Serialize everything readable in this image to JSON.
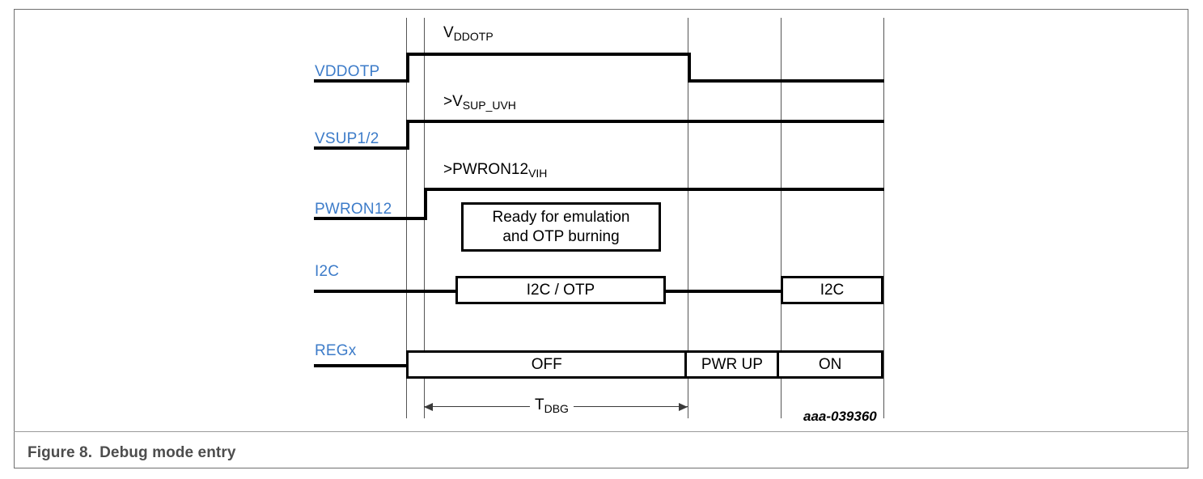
{
  "figure": {
    "number": "Figure 8.",
    "caption": "Debug mode entry",
    "identifier": "aaa-039360"
  },
  "colors": {
    "signal_label": "#3d7cc9",
    "waveform": "#000000",
    "guide_line": "#555555",
    "caption_text": "#4d4d4d",
    "frame": "#6f6f6f"
  },
  "signals": {
    "vddotp": {
      "label": "VDDOTP",
      "level_annotation_main": "V",
      "level_annotation_sub": "DDOTP"
    },
    "vsup": {
      "label": "VSUP1/2",
      "level_annotation_main": ">V",
      "level_annotation_sub": "SUP_UVH"
    },
    "pwron12": {
      "label": "PWRON12",
      "level_annotation_main": ">PWRON12",
      "level_annotation_sub": "VIH"
    },
    "i2c": {
      "label": "I2C"
    },
    "regx": {
      "label": "REGx"
    }
  },
  "boxes": {
    "ready": {
      "line1": "Ready for emulation",
      "line2": "and OTP burning"
    },
    "i2c_otp": {
      "label": "I2C / OTP"
    },
    "i2c_right": {
      "label": "I2C"
    }
  },
  "regx_states": [
    {
      "label": "OFF"
    },
    {
      "label": "PWR UP"
    },
    {
      "label": "ON"
    }
  ],
  "timing": {
    "dimension_main": "T",
    "dimension_sub": "DBG"
  }
}
